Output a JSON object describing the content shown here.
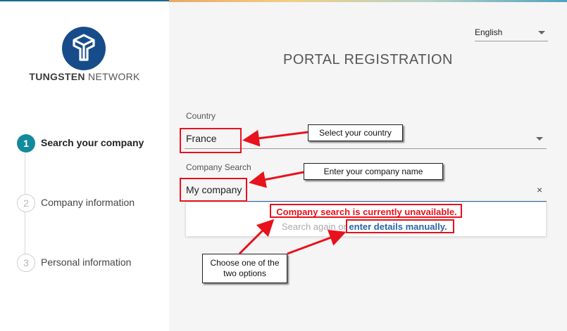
{
  "brand": {
    "name_bold": "TUNGSTEN",
    "name_regular": "NETWORK"
  },
  "steps": [
    {
      "number": "1",
      "label": "Search your company",
      "active": true
    },
    {
      "number": "2",
      "label": "Company information",
      "active": false
    },
    {
      "number": "3",
      "label": "Personal information",
      "active": false
    }
  ],
  "language": {
    "selected": "English"
  },
  "page_title": "PORTAL REGISTRATION",
  "country": {
    "label": "Country",
    "value": "France"
  },
  "company_search": {
    "label": "Company Search",
    "value": "My company",
    "clear_symbol": "×",
    "message_error": "Company search is currently unavailable.",
    "message_search_again": "Search again or",
    "message_manual_link": "enter details manually."
  },
  "annotations": {
    "select_country": "Select your country",
    "enter_company": "Enter your company name",
    "choose_option_line1": "Choose one of the",
    "choose_option_line2": "two options"
  },
  "colors": {
    "brand_blue": "#174c8a",
    "step_active": "#138a9b",
    "link_blue": "#2a66a5",
    "error_red": "#e8111c",
    "main_background": "#f5f5f5"
  }
}
